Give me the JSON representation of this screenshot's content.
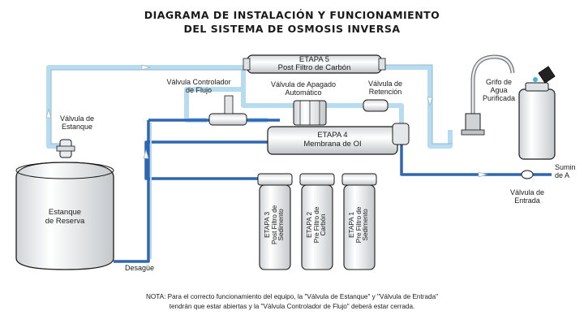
{
  "title": {
    "line1": "DIAGRAMA DE INSTALACIÓN Y FUNCIONAMIENTO",
    "line2": "DEL SISTEMA DE OSMOSIS INVERSA"
  },
  "labels": {
    "etapa5_l1": "ETAPA 5",
    "etapa5_l2": "Post Filtro de Carbón",
    "valv_ctrl_l1": "Válvula Controlador",
    "valv_ctrl_l2": "de Flujo",
    "valv_apag_l1": "Válvula de Apagado",
    "valv_apag_l2": "Automático",
    "valv_ret_l1": "Válvula de",
    "valv_ret_l2": "Retención",
    "grifo_l1": "Grifo de",
    "grifo_l2": "Agua",
    "grifo_l3": "Purificada",
    "valv_est_l1": "Válvula de",
    "valv_est_l2": "Estanque",
    "etapa4_l1": "ETAPA 4",
    "etapa4_l2": "Membrana de OI",
    "estanque_l1": "Estanque",
    "estanque_l2": "de Reserva",
    "desague": "Desagüe",
    "sumin_l1": "Sumin",
    "sumin_l2": "de A",
    "valv_ent_l1": "Válvula de",
    "valv_ent_l2": "Entrada"
  },
  "stages": [
    {
      "l1": "ETAPA 3",
      "l2": "Post Filtro de",
      "l3": "Sedimento"
    },
    {
      "l1": "ETAPA 2",
      "l2": "Pre Filtro de",
      "l3": "Carbón"
    },
    {
      "l1": "ETAPA 1",
      "l2": "Pre Filtro de",
      "l3": "Sedimento"
    }
  ],
  "note": {
    "line1": "NOTA: Para el correcto funcionamiento del equipo, la \"Válvula de Estanque\" y \"Válvula de Entrada\"",
    "line2": "tendrán que estar abiertas y la \"Válvula Controlador de Flujo\" deberá estar cerrada."
  },
  "colors": {
    "pipe_light": "#b7dbef",
    "pipe_dark": "#2f66b0",
    "outline": "#1a1a1a"
  }
}
